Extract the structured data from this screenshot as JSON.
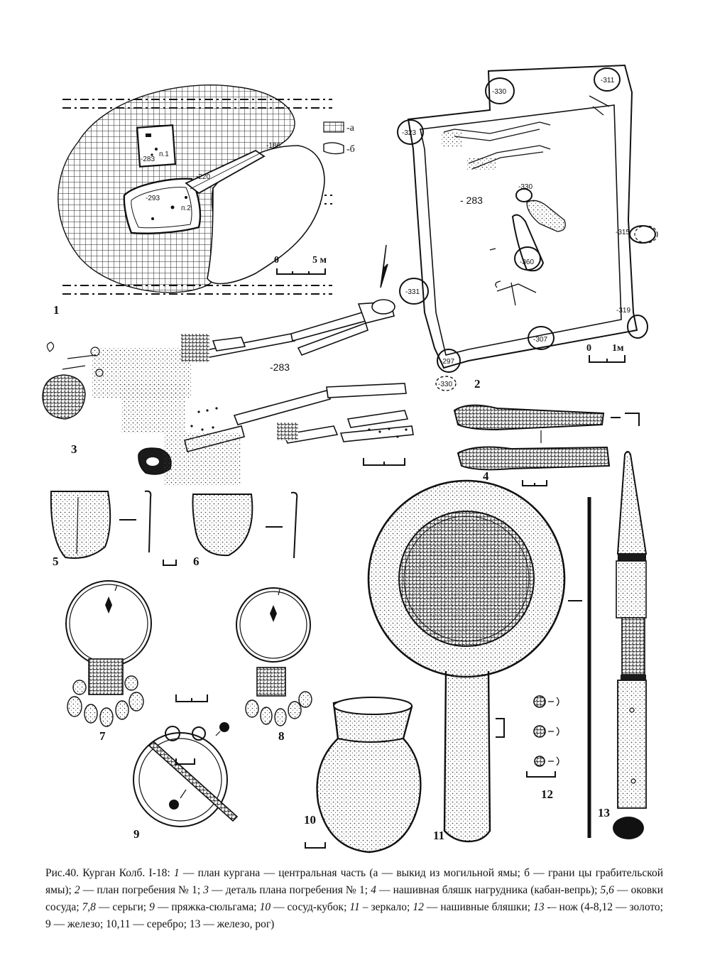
{
  "figure_labels": {
    "f1": "1",
    "f2": "2",
    "f3": "3",
    "f4": "4",
    "f5": "5",
    "f6": "6",
    "f7": "7",
    "f8": "8",
    "f9": "9",
    "f10": "10",
    "f11": "11",
    "f12": "12",
    "f13": "13"
  },
  "plan1": {
    "legend_a": "-а",
    "legend_b": "-б",
    "depth_283": "-283",
    "pit1": "п.1",
    "depth_186": "-186",
    "depth_220": "-220",
    "depth_293": "-293",
    "pit2": "п.2",
    "scale_0": "0",
    "scale_5": "5 м"
  },
  "plan2": {
    "main_depth": "- 283",
    "posts": [
      "-330",
      "-311",
      "-323",
      "-330",
      "-315",
      "-360",
      "-331",
      "-319",
      "-307",
      "-297",
      "-330"
    ],
    "scale_0": "0",
    "scale_1": "1м"
  },
  "detail3": {
    "depth": "-283"
  },
  "caption": {
    "title": "Рис.40. Курган Колб. I-18: ",
    "items": [
      {
        "num": "1",
        "text": " — план кургана — центральная часть (а — выкид из могильной ямы; б — грани"
      },
      {
        "num": "",
        "text": "цы грабительской ямы); "
      },
      {
        "num": "2",
        "text": " — план погребения № 1; "
      },
      {
        "num": "3",
        "text": " — деталь плана погребения № 1; "
      },
      {
        "num": "4",
        "text": " — нашивная бляшк нагрудника (кабан-вепрь); "
      },
      {
        "num": "5,6",
        "text": " — оковки сосуда; "
      },
      {
        "num": "7,8",
        "text": " — серьги; "
      },
      {
        "num": "9",
        "text": " — пряжка-сюльгама; "
      },
      {
        "num": "10",
        "text": " — сосуд-кубок; "
      },
      {
        "num": "11",
        "text": " – зеркало; "
      },
      {
        "num": "12",
        "text": " — нашивные бляшки; "
      },
      {
        "num": "13",
        "text": " -– нож (4-8,12 — золото; 9 — железо; 10,11 — серебро; 13 — железо, рог)"
      }
    ]
  }
}
